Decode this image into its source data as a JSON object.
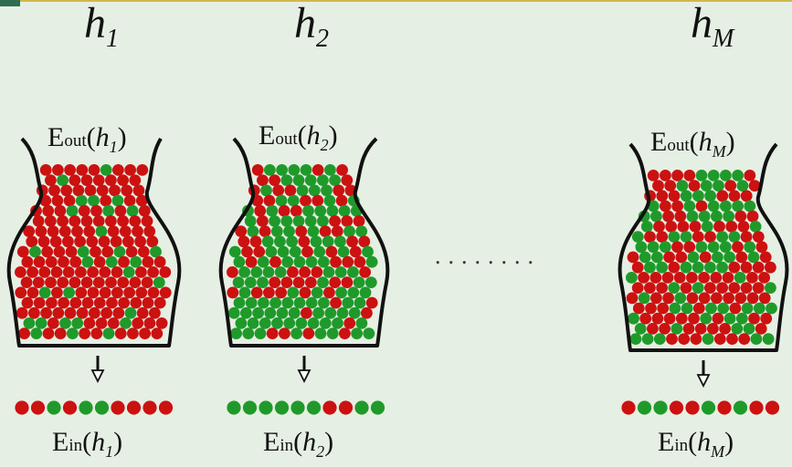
{
  "hypotheses": [
    {
      "name": "h",
      "sub": "1",
      "E_out": {
        "prefix": "E",
        "sub": "out",
        "arg": "h",
        "argsub": "1"
      },
      "E_in": {
        "prefix": "E",
        "sub": "in",
        "arg": "h",
        "argsub": "1"
      },
      "sample": [
        "red",
        "red",
        "green",
        "red",
        "green",
        "green",
        "red",
        "red",
        "red",
        "red"
      ]
    },
    {
      "name": "h",
      "sub": "2",
      "E_out": {
        "prefix": "E",
        "sub": "out",
        "arg": "h",
        "argsub": "2"
      },
      "E_in": {
        "prefix": "E",
        "sub": "in",
        "arg": "h",
        "argsub": "2"
      },
      "sample": [
        "green",
        "green",
        "green",
        "green",
        "green",
        "green",
        "red",
        "red",
        "green",
        "green"
      ]
    },
    {
      "name": "h",
      "sub": "M",
      "E_out": {
        "prefix": "E",
        "sub": "out",
        "arg": "h",
        "argsub": "M"
      },
      "E_in": {
        "prefix": "E",
        "sub": "in",
        "arg": "h",
        "argsub": "M"
      },
      "sample": [
        "red",
        "green",
        "green",
        "red",
        "red",
        "green",
        "red",
        "green",
        "red",
        "red"
      ]
    }
  ],
  "ellipsis": "........",
  "colors": {
    "red": "#cc1111",
    "green": "#1f9a2a",
    "background": "#e6efe3",
    "ink": "#111111"
  }
}
